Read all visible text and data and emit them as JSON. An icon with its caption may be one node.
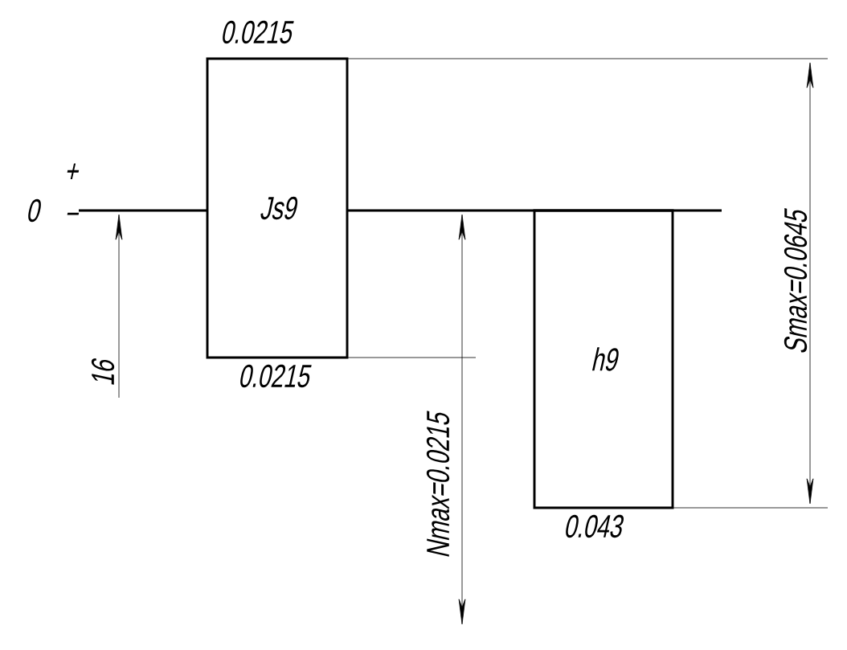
{
  "diagram": {
    "nodes": [
      {
        "text": [
          "Js9"
        ]
      },
      {
        "text": [
          "h9"
        ]
      }
    ],
    "labels": [
      "0.0215",
      "0",
      "+",
      "−",
      "16",
      "0.0215",
      "Nmax=0.0215",
      "0.043",
      "Smax=0.0645"
    ]
  }
}
